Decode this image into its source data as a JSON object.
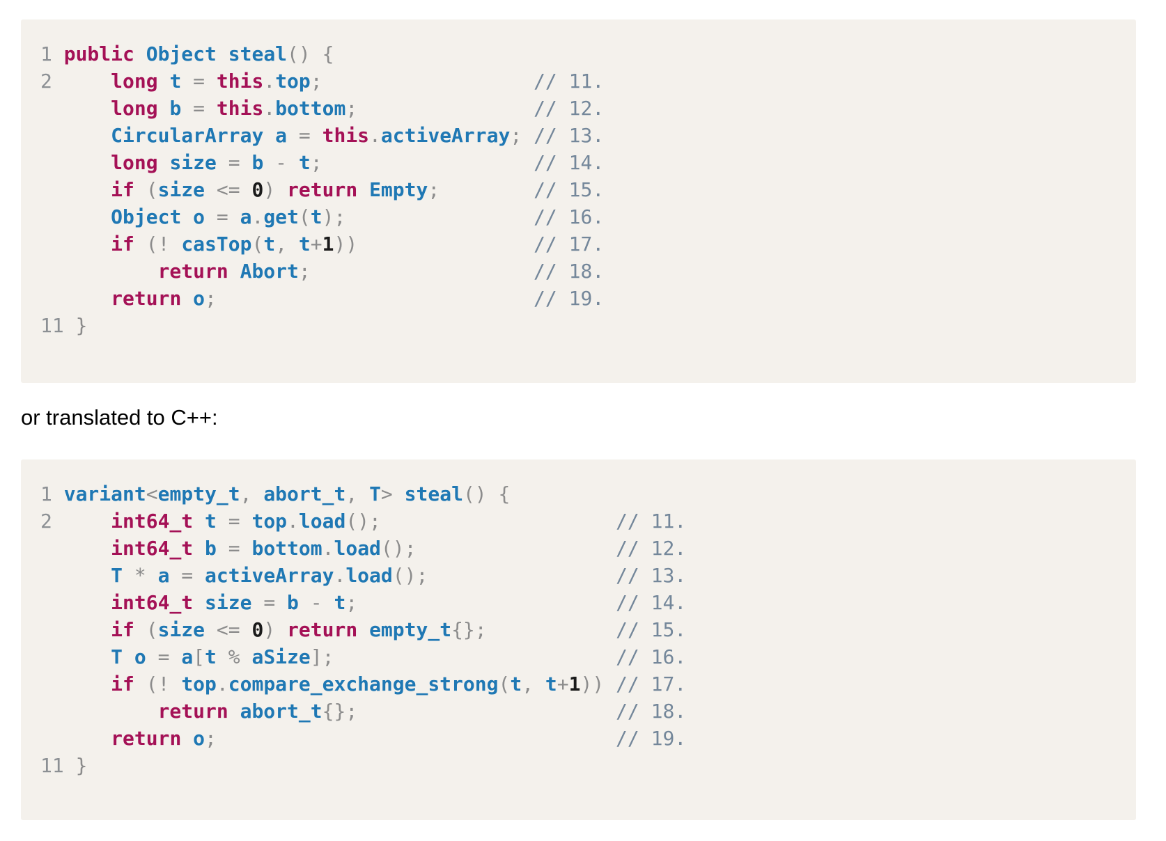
{
  "paragraph": {
    "text": "or translated to C++:"
  },
  "colors": {
    "page_background": "#ffffff",
    "code_background": "#f4f1ec",
    "keyword": "#a41156",
    "identifier": "#1f78b4",
    "operator": "#8c8c8c",
    "number_literal": "#1a1a1a",
    "comment": "#74879a",
    "line_number": "#8c9094",
    "body_text": "#000000"
  },
  "code_blocks": [
    {
      "id": "java-steal",
      "lines": [
        [
          [
            "ln",
            "1 "
          ],
          [
            "k",
            "public"
          ],
          [
            "ws",
            1
          ],
          [
            "n",
            "Object"
          ],
          [
            "ws",
            1
          ],
          [
            "n",
            "steal"
          ],
          [
            "o",
            "() {"
          ]
        ],
        [
          [
            "ln",
            "2 "
          ],
          [
            "ws",
            4
          ],
          [
            "k",
            "long"
          ],
          [
            "ws",
            1
          ],
          [
            "n",
            "t"
          ],
          [
            "o",
            " = "
          ],
          [
            "k",
            "this"
          ],
          [
            "o",
            "."
          ],
          [
            "n",
            "top"
          ],
          [
            "o",
            ";"
          ],
          [
            "ws",
            18
          ],
          [
            "c",
            "// 11."
          ]
        ],
        [
          [
            "ws",
            6
          ],
          [
            "k",
            "long"
          ],
          [
            "ws",
            1
          ],
          [
            "n",
            "b"
          ],
          [
            "o",
            " = "
          ],
          [
            "k",
            "this"
          ],
          [
            "o",
            "."
          ],
          [
            "n",
            "bottom"
          ],
          [
            "o",
            ";"
          ],
          [
            "ws",
            15
          ],
          [
            "c",
            "// 12."
          ]
        ],
        [
          [
            "ws",
            6
          ],
          [
            "n",
            "CircularArray"
          ],
          [
            "ws",
            1
          ],
          [
            "n",
            "a"
          ],
          [
            "o",
            " = "
          ],
          [
            "k",
            "this"
          ],
          [
            "o",
            "."
          ],
          [
            "n",
            "activeArray"
          ],
          [
            "o",
            ";"
          ],
          [
            "ws",
            1
          ],
          [
            "c",
            "// 13."
          ]
        ],
        [
          [
            "ws",
            6
          ],
          [
            "k",
            "long"
          ],
          [
            "ws",
            1
          ],
          [
            "n",
            "size"
          ],
          [
            "o",
            " = "
          ],
          [
            "n",
            "b"
          ],
          [
            "o",
            " - "
          ],
          [
            "n",
            "t"
          ],
          [
            "o",
            ";"
          ],
          [
            "ws",
            18
          ],
          [
            "c",
            "// 14."
          ]
        ],
        [
          [
            "ws",
            6
          ],
          [
            "k",
            "if"
          ],
          [
            "ws",
            1
          ],
          [
            "o",
            "("
          ],
          [
            "n",
            "size"
          ],
          [
            "o",
            " <= "
          ],
          [
            "m",
            "0"
          ],
          [
            "o",
            ")"
          ],
          [
            "ws",
            1
          ],
          [
            "k",
            "return"
          ],
          [
            "ws",
            1
          ],
          [
            "n",
            "Empty"
          ],
          [
            "o",
            ";"
          ],
          [
            "ws",
            8
          ],
          [
            "c",
            "// 15."
          ]
        ],
        [
          [
            "ws",
            6
          ],
          [
            "n",
            "Object"
          ],
          [
            "ws",
            1
          ],
          [
            "n",
            "o"
          ],
          [
            "o",
            " = "
          ],
          [
            "n",
            "a"
          ],
          [
            "o",
            "."
          ],
          [
            "n",
            "get"
          ],
          [
            "o",
            "("
          ],
          [
            "n",
            "t"
          ],
          [
            "o",
            ");"
          ],
          [
            "ws",
            16
          ],
          [
            "c",
            "// 16."
          ]
        ],
        [
          [
            "ws",
            6
          ],
          [
            "k",
            "if"
          ],
          [
            "ws",
            1
          ],
          [
            "o",
            "(! "
          ],
          [
            "n",
            "casTop"
          ],
          [
            "o",
            "("
          ],
          [
            "n",
            "t"
          ],
          [
            "o",
            ", "
          ],
          [
            "n",
            "t"
          ],
          [
            "o",
            "+"
          ],
          [
            "m",
            "1"
          ],
          [
            "o",
            "))"
          ],
          [
            "ws",
            15
          ],
          [
            "c",
            "// 17."
          ]
        ],
        [
          [
            "ws",
            10
          ],
          [
            "k",
            "return"
          ],
          [
            "ws",
            1
          ],
          [
            "n",
            "Abort"
          ],
          [
            "o",
            ";"
          ],
          [
            "ws",
            19
          ],
          [
            "c",
            "// 18."
          ]
        ],
        [
          [
            "ws",
            6
          ],
          [
            "k",
            "return"
          ],
          [
            "ws",
            1
          ],
          [
            "n",
            "o"
          ],
          [
            "o",
            ";"
          ],
          [
            "ws",
            27
          ],
          [
            "c",
            "// 19."
          ]
        ],
        [
          [
            "ln",
            "11 "
          ],
          [
            "o",
            "}"
          ]
        ]
      ]
    },
    {
      "id": "cpp-steal",
      "lines": [
        [
          [
            "ln",
            "1 "
          ],
          [
            "n",
            "variant"
          ],
          [
            "o",
            "<"
          ],
          [
            "n",
            "empty_t"
          ],
          [
            "o",
            ", "
          ],
          [
            "n",
            "abort_t"
          ],
          [
            "o",
            ", "
          ],
          [
            "n",
            "T"
          ],
          [
            "o",
            "> "
          ],
          [
            "n",
            "steal"
          ],
          [
            "o",
            "() {"
          ]
        ],
        [
          [
            "ln",
            "2 "
          ],
          [
            "ws",
            4
          ],
          [
            "k",
            "int64_t"
          ],
          [
            "ws",
            1
          ],
          [
            "n",
            "t"
          ],
          [
            "o",
            " = "
          ],
          [
            "n",
            "top"
          ],
          [
            "o",
            "."
          ],
          [
            "n",
            "load"
          ],
          [
            "o",
            "();"
          ],
          [
            "ws",
            20
          ],
          [
            "c",
            "// 11."
          ]
        ],
        [
          [
            "ws",
            6
          ],
          [
            "k",
            "int64_t"
          ],
          [
            "ws",
            1
          ],
          [
            "n",
            "b"
          ],
          [
            "o",
            " = "
          ],
          [
            "n",
            "bottom"
          ],
          [
            "o",
            "."
          ],
          [
            "n",
            "load"
          ],
          [
            "o",
            "();"
          ],
          [
            "ws",
            17
          ],
          [
            "c",
            "// 12."
          ]
        ],
        [
          [
            "ws",
            6
          ],
          [
            "n",
            "T"
          ],
          [
            "o",
            " * "
          ],
          [
            "n",
            "a"
          ],
          [
            "o",
            " = "
          ],
          [
            "n",
            "activeArray"
          ],
          [
            "o",
            "."
          ],
          [
            "n",
            "load"
          ],
          [
            "o",
            "();"
          ],
          [
            "ws",
            16
          ],
          [
            "c",
            "// 13."
          ]
        ],
        [
          [
            "ws",
            6
          ],
          [
            "k",
            "int64_t"
          ],
          [
            "ws",
            1
          ],
          [
            "n",
            "size"
          ],
          [
            "o",
            " = "
          ],
          [
            "n",
            "b"
          ],
          [
            "o",
            " - "
          ],
          [
            "n",
            "t"
          ],
          [
            "o",
            ";"
          ],
          [
            "ws",
            22
          ],
          [
            "c",
            "// 14."
          ]
        ],
        [
          [
            "ws",
            6
          ],
          [
            "k",
            "if"
          ],
          [
            "ws",
            1
          ],
          [
            "o",
            "("
          ],
          [
            "n",
            "size"
          ],
          [
            "o",
            " <= "
          ],
          [
            "m",
            "0"
          ],
          [
            "o",
            ")"
          ],
          [
            "ws",
            1
          ],
          [
            "k",
            "return"
          ],
          [
            "ws",
            1
          ],
          [
            "n",
            "empty_t"
          ],
          [
            "o",
            "{};"
          ],
          [
            "ws",
            11
          ],
          [
            "c",
            "// 15."
          ]
        ],
        [
          [
            "ws",
            6
          ],
          [
            "n",
            "T"
          ],
          [
            "ws",
            1
          ],
          [
            "n",
            "o"
          ],
          [
            "o",
            " = "
          ],
          [
            "n",
            "a"
          ],
          [
            "o",
            "["
          ],
          [
            "n",
            "t"
          ],
          [
            "o",
            " % "
          ],
          [
            "n",
            "aSize"
          ],
          [
            "o",
            "];"
          ],
          [
            "ws",
            24
          ],
          [
            "c",
            "// 16."
          ]
        ],
        [
          [
            "ws",
            6
          ],
          [
            "k",
            "if"
          ],
          [
            "ws",
            1
          ],
          [
            "o",
            "(! "
          ],
          [
            "n",
            "top"
          ],
          [
            "o",
            "."
          ],
          [
            "n",
            "compare_exchange_strong"
          ],
          [
            "o",
            "("
          ],
          [
            "n",
            "t"
          ],
          [
            "o",
            ", "
          ],
          [
            "n",
            "t"
          ],
          [
            "o",
            "+"
          ],
          [
            "m",
            "1"
          ],
          [
            "o",
            "))"
          ],
          [
            "ws",
            1
          ],
          [
            "c",
            "// 17."
          ]
        ],
        [
          [
            "ws",
            10
          ],
          [
            "k",
            "return"
          ],
          [
            "ws",
            1
          ],
          [
            "n",
            "abort_t"
          ],
          [
            "o",
            "{};"
          ],
          [
            "ws",
            22
          ],
          [
            "c",
            "// 18."
          ]
        ],
        [
          [
            "ws",
            6
          ],
          [
            "k",
            "return"
          ],
          [
            "ws",
            1
          ],
          [
            "n",
            "o"
          ],
          [
            "o",
            ";"
          ],
          [
            "ws",
            34
          ],
          [
            "c",
            "// 19."
          ]
        ],
        [
          [
            "ln",
            "11 "
          ],
          [
            "o",
            "}"
          ]
        ]
      ]
    }
  ]
}
